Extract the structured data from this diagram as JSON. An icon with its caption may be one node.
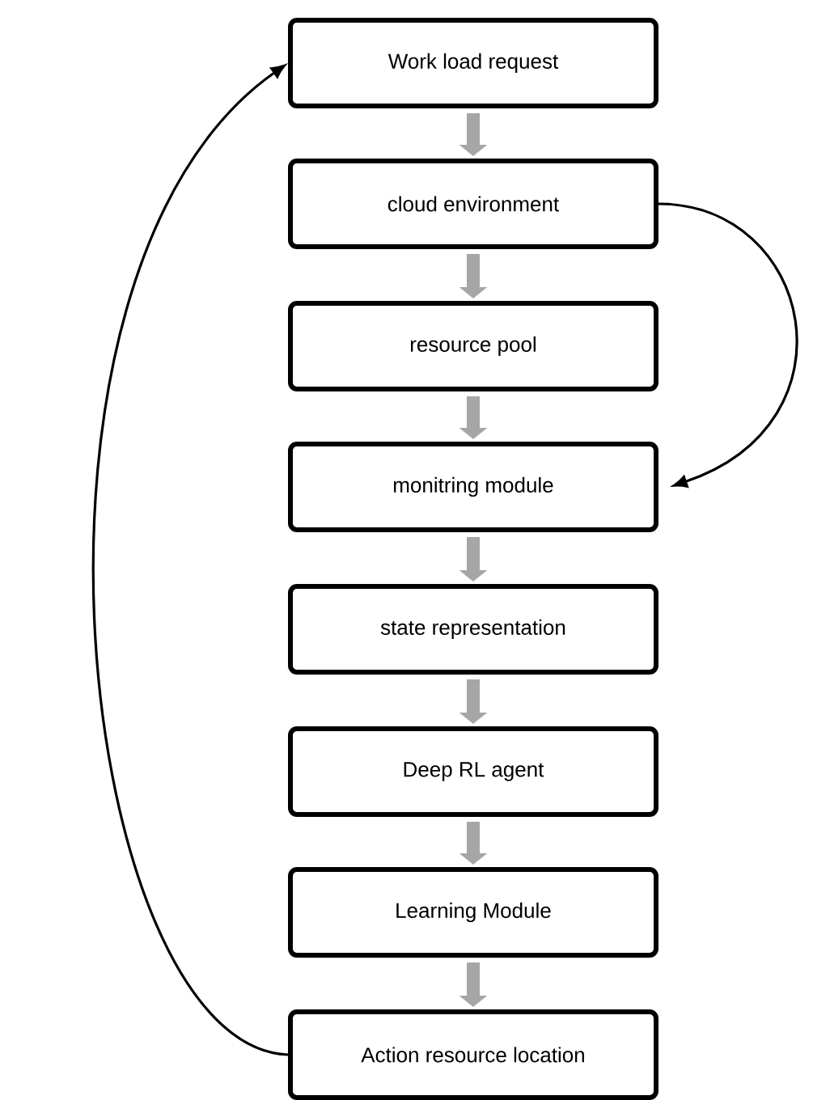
{
  "diagram": {
    "nodes": [
      {
        "text": [
          "Work load request"
        ]
      },
      {
        "text": [
          "cloud environment"
        ]
      },
      {
        "text": [
          "resource pool"
        ]
      },
      {
        "text": [
          "monitring module"
        ]
      },
      {
        "text": [
          "state representation"
        ]
      },
      {
        "text": [
          "Deep RL agent"
        ]
      },
      {
        "text": [
          "Learning Module"
        ]
      },
      {
        "text": [
          "Action resource location"
        ]
      }
    ],
    "edges": [
      {
        "from": 0,
        "to": 1,
        "arrow": "to"
      },
      {
        "from": 1,
        "to": 2,
        "arrow": "to"
      },
      {
        "from": 2,
        "to": 3,
        "arrow": "to"
      },
      {
        "from": 3,
        "to": 4,
        "arrow": "to"
      },
      {
        "from": 4,
        "to": 5,
        "arrow": "to"
      },
      {
        "from": 5,
        "to": 6,
        "arrow": "to"
      },
      {
        "from": 6,
        "to": 7,
        "arrow": "to"
      },
      {
        "from": 1,
        "to": 3,
        "arrow": "to",
        "color": "#000000"
      },
      {
        "from": 7,
        "to": 0,
        "arrow": "to",
        "color": "#000000"
      }
    ]
  }
}
